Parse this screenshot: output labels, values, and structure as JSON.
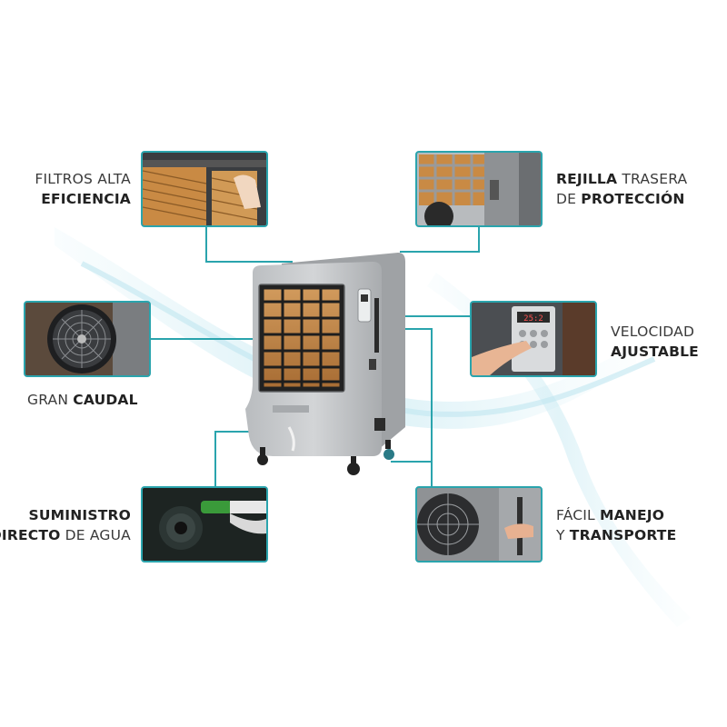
{
  "features": {
    "filtros": {
      "line1": "FILTROS ALTA",
      "line2_bold": "EFICIENCIA"
    },
    "rejilla": {
      "line1_bold": "REJILLA",
      "line1_rest": " TRASERA",
      "line2_pre": "DE ",
      "line2_bold": "PROTECCIÓN"
    },
    "velocidad": {
      "line1": "VELOCIDAD",
      "line2_bold": "AJUSTABLE"
    },
    "caudal": {
      "pre": "GRAN ",
      "bold": "CAUDAL"
    },
    "suministro": {
      "line1_bold": "SUMINISTRO",
      "line2_bold": "DIRECTO",
      "line2_rest": " DE AGUA"
    },
    "manejo": {
      "line1_pre": "FÁCIL ",
      "line1_bold": "MANEJO",
      "line2_pre": "Y ",
      "line2_bold": "TRANSPORTE"
    }
  },
  "control_panel_display": "25:2",
  "colors": {
    "accent": "#2aa4ad",
    "cooler_body": "#c7c9cb",
    "swoosh": "#bfe6f0"
  }
}
